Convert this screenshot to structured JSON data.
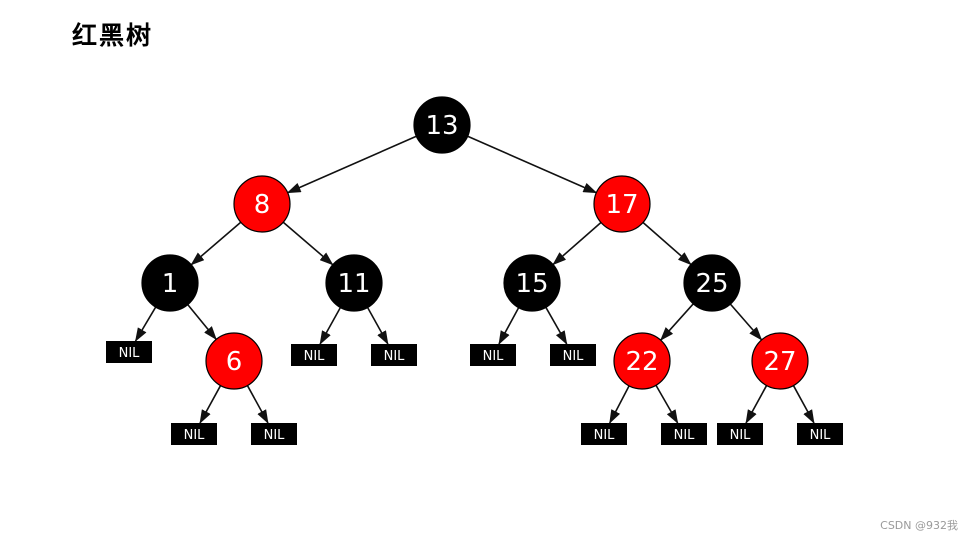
{
  "title": "红黑树",
  "watermark": "CSDN @932我",
  "colors": {
    "red": "#ff0000",
    "black": "#000000",
    "edge": "#111111",
    "nil": "#000000",
    "text": "#ffffff"
  },
  "nil_label": "NIL",
  "tree": {
    "nodes": [
      {
        "id": "n13",
        "value": "13",
        "color": "black"
      },
      {
        "id": "n8",
        "value": "8",
        "color": "red"
      },
      {
        "id": "n17",
        "value": "17",
        "color": "red"
      },
      {
        "id": "n1",
        "value": "1",
        "color": "black"
      },
      {
        "id": "n11",
        "value": "11",
        "color": "black"
      },
      {
        "id": "n15",
        "value": "15",
        "color": "black"
      },
      {
        "id": "n25",
        "value": "25",
        "color": "black"
      },
      {
        "id": "n6",
        "value": "6",
        "color": "red"
      },
      {
        "id": "n22",
        "value": "22",
        "color": "red"
      },
      {
        "id": "n27",
        "value": "27",
        "color": "red"
      }
    ],
    "nils": [
      "nil1L",
      "nil6L",
      "nil6R",
      "nil11L",
      "nil11R",
      "nil15L",
      "nil15R",
      "nil22L",
      "nil22R",
      "nil27L",
      "nil27R"
    ],
    "edges": [
      [
        "n13",
        "n8"
      ],
      [
        "n13",
        "n17"
      ],
      [
        "n8",
        "n1"
      ],
      [
        "n8",
        "n11"
      ],
      [
        "n17",
        "n15"
      ],
      [
        "n17",
        "n25"
      ],
      [
        "n1",
        "nil1L"
      ],
      [
        "n1",
        "n6"
      ],
      [
        "n11",
        "nil11L"
      ],
      [
        "n11",
        "nil11R"
      ],
      [
        "n15",
        "nil15L"
      ],
      [
        "n15",
        "nil15R"
      ],
      [
        "n25",
        "n22"
      ],
      [
        "n25",
        "n27"
      ],
      [
        "n6",
        "nil6L"
      ],
      [
        "n6",
        "nil6R"
      ],
      [
        "n22",
        "nil22L"
      ],
      [
        "n22",
        "nil22R"
      ],
      [
        "n27",
        "nil27L"
      ],
      [
        "n27",
        "nil27R"
      ]
    ]
  }
}
